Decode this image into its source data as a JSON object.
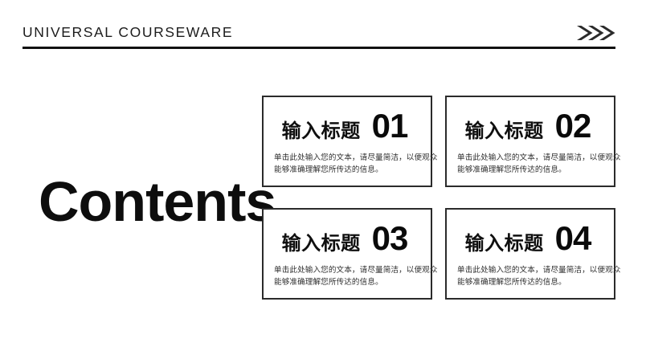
{
  "header": {
    "title": "UNIVERSAL COURSEWARE",
    "arrows_icon": "triple-chevron-right-icon"
  },
  "contents": {
    "heading": "Contents"
  },
  "cards": [
    {
      "title": "输入标题",
      "number": "01",
      "description": "单击此处输入您的文本，请尽量简洁，以便观众能够准确理解您所传达的信息。"
    },
    {
      "title": "输入标题",
      "number": "02",
      "description": "单击此处输入您的文本，请尽量简洁，以便观众能够准确理解您所传达的信息。"
    },
    {
      "title": "输入标题",
      "number": "03",
      "description": "单击此处输入您的文本，请尽量简洁，以便观众能够准确理解您所传达的信息。"
    },
    {
      "title": "输入标题",
      "number": "04",
      "description": "单击此处输入您的文本，请尽量简洁，以便观众能够准确理解您所传达的信息。"
    }
  ],
  "colors": {
    "text": "#1a1a1a",
    "rule": "#111111",
    "border": "#2b2b2b",
    "background": "#ffffff"
  }
}
